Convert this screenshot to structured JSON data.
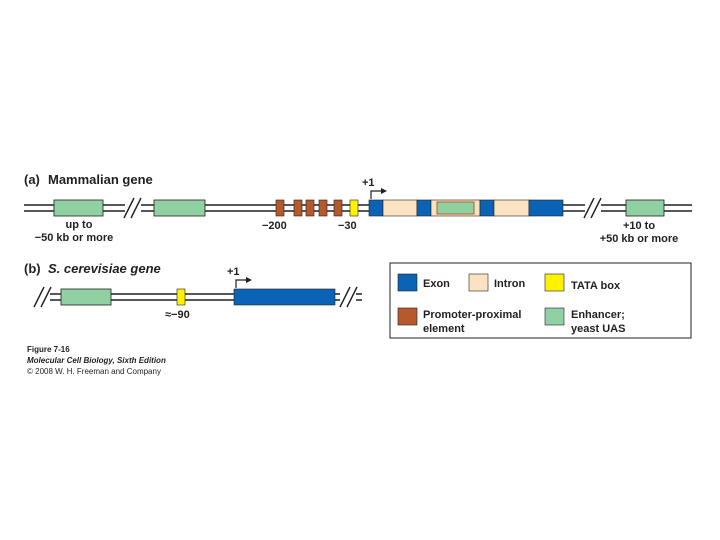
{
  "panel_a": {
    "letter": "(a)",
    "title": "Mammalian gene",
    "label_up_to_1": "up to",
    "label_up_to_2": "−50 kb or more",
    "label_minus200": "−200",
    "label_minus30": "−30",
    "label_plus1": "+1",
    "label_plus10_1": "+10 to",
    "label_plus10_2": "+50 kb or more"
  },
  "panel_b": {
    "letter": "(b)",
    "title": "S. cerevisiae gene",
    "label_plus1": "+1",
    "label_minus90": "≈−90"
  },
  "legend": {
    "exon": "Exon",
    "intron": "Intron",
    "tata": "TATA box",
    "promoter_1": "Promoter-proximal",
    "promoter_2": "element",
    "enhancer_1": "Enhancer;",
    "enhancer_2": "yeast UAS"
  },
  "caption": {
    "line1": "Figure 7-16",
    "line2": "Molecular Cell Biology, Sixth Edition",
    "line3": "© 2008 W. H. Freeman and Company"
  },
  "colors": {
    "exon": "#0b63b5",
    "intron": "#fbe3c1",
    "tata": "#fff200",
    "promoter": "#b65a2c",
    "enhancer": "#8fd1a3",
    "line": "#231f20"
  }
}
